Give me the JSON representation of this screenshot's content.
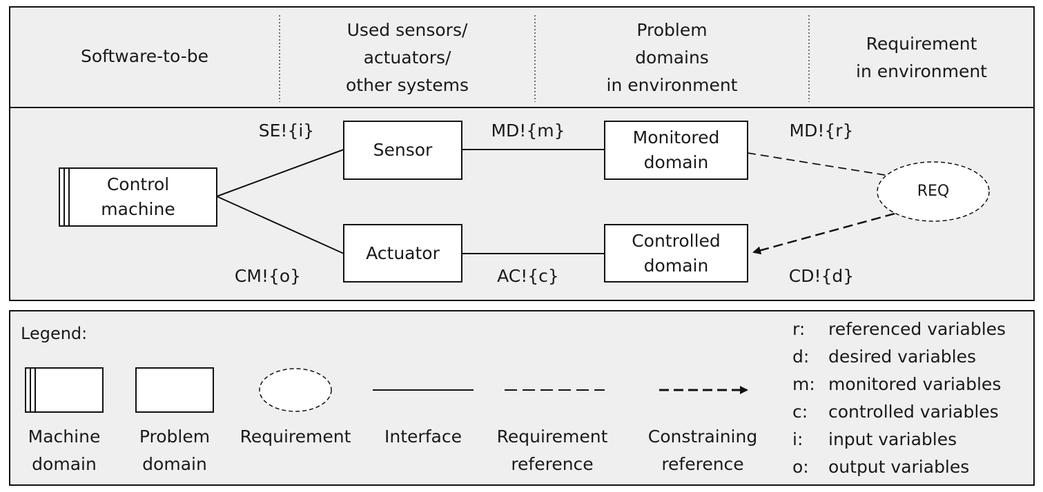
{
  "header": {
    "col1": "Software-to-be",
    "col2": "Used sensors/\nactuators/\nother systems",
    "col3": "Problem\ndomains\nin environment",
    "col4": "Requirement\nin environment"
  },
  "nodes": {
    "control_machine": "Control\nmachine",
    "sensor": "Sensor",
    "actuator": "Actuator",
    "monitored_domain": "Monitored\ndomain",
    "controlled_domain": "Controlled\ndomain",
    "req": "REQ"
  },
  "interfaces": {
    "se": "SE!{i}",
    "cm": "CM!{o}",
    "md_m": "MD!{m}",
    "ac": "AC!{c}",
    "md_r": "MD!{r}",
    "cd": "CD!{d}"
  },
  "legend": {
    "title": "Legend:",
    "machine_domain": "Machine\ndomain",
    "problem_domain": "Problem\ndomain",
    "requirement": "Requirement",
    "interface": "Interface",
    "requirement_reference": "Requirement\nreference",
    "constraining_reference": "Constraining\nreference",
    "variables": [
      {
        "key": "r:",
        "desc": "referenced variables"
      },
      {
        "key": "d:",
        "desc": "desired variables"
      },
      {
        "key": "m:",
        "desc": "monitored variables"
      },
      {
        "key": "c:",
        "desc": "controlled variables"
      },
      {
        "key": "i:",
        "desc": "input variables"
      },
      {
        "key": "o:",
        "desc": "output variables"
      }
    ]
  },
  "colors": {
    "panel_bg": "#efefef",
    "stroke": "#111111"
  }
}
